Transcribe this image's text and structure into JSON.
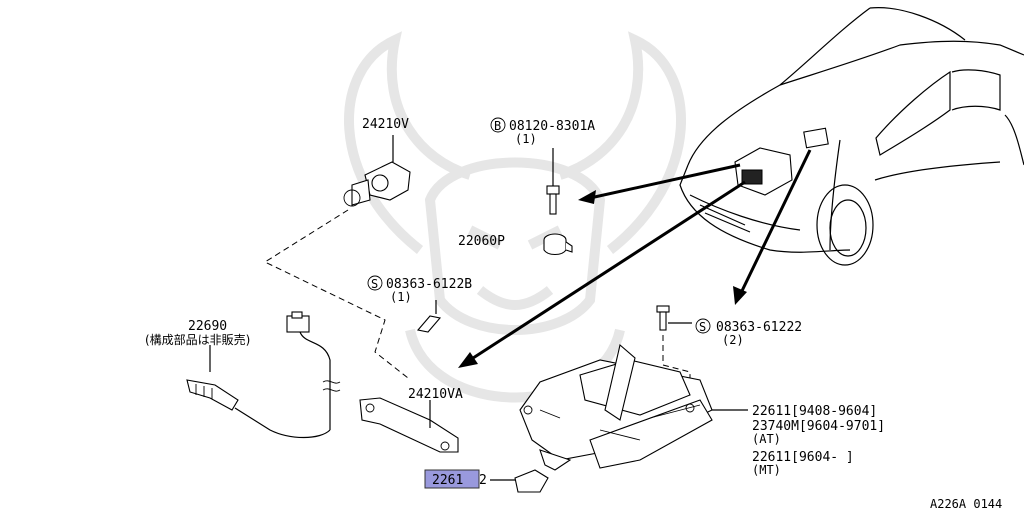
{
  "callouts": {
    "tps_sensor": "24210V",
    "bolt_b_part": "08120-8301A",
    "bolt_b_qty": "(1)",
    "bolt_b_symbol": "B",
    "knock_sensor": "22060P",
    "screw_s1_part": "08363-6122B",
    "screw_s1_qty": "(1)",
    "screw_s1_symbol": "S",
    "o2_sensor": "22690",
    "o2_sensor_note": "(構成部品は非販売)",
    "bracket": "24210VA",
    "screw_s2_part": "08363-61222",
    "screw_s2_qty": "(2)",
    "screw_s2_symbol": "S",
    "ecu_line1": "22611[9408-9604]",
    "ecu_line2": "23740M[9604-9701]",
    "ecu_line3": "(AT)",
    "ecu_line4": "22611[9604-     ]",
    "ecu_line5": "(MT)",
    "highlighted_part": "2261",
    "highlighted_suffix": "2",
    "diagram_ref": "A226A 0144"
  },
  "colors": {
    "highlight": "#9999dd",
    "ink": "#000000",
    "watermark": "#e6e6e6"
  }
}
